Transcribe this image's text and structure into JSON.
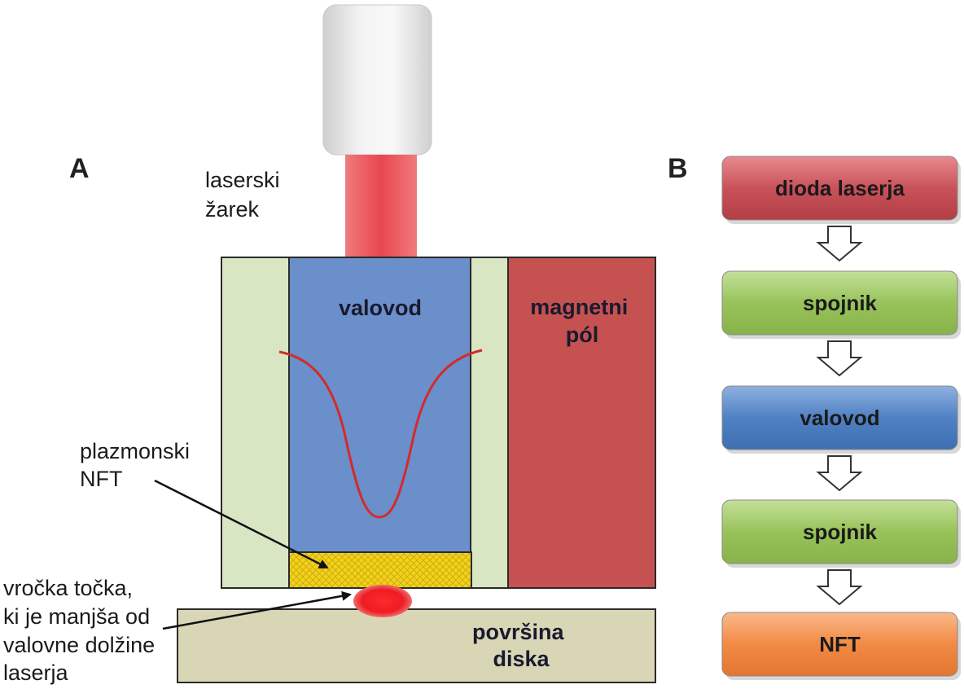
{
  "panel_a": {
    "letter": "A",
    "laser_beam_label": [
      "laserski",
      "žarek"
    ],
    "waveguide_label": "valovod",
    "magnetic_pole_label": [
      "magnetni",
      "pól"
    ],
    "plasmonic_label": [
      "plazmonski",
      "NFT"
    ],
    "hotspot_label": [
      "vročka točka,",
      "ki je manjša od",
      "valovne dolžine",
      "laserja"
    ],
    "disk_label": [
      "površina",
      "diska"
    ]
  },
  "panel_b": {
    "letter": "B",
    "steps": [
      {
        "label": "dioda laserja",
        "color": "#c9525a"
      },
      {
        "label": "spojnik",
        "color": "#98c35a"
      },
      {
        "label": "valovod",
        "color": "#4f81c4"
      },
      {
        "label": "spojnik",
        "color": "#98c35a"
      },
      {
        "label": "NFT",
        "color": "#f28a45"
      }
    ]
  },
  "colors": {
    "cladding": "#d8e6c4",
    "waveguide": "#6a8fca",
    "magnetic_pole": "#c55251",
    "nft": "#f2d11a",
    "disk": "#d9d6b6",
    "laser": "#e8333b",
    "mode_curve": "#d42a2a"
  }
}
